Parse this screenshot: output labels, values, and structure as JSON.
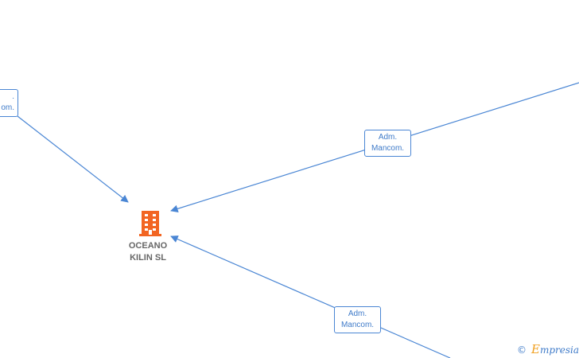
{
  "company": {
    "name_line1": "OCEANO",
    "name_line2": "KILIN  SL",
    "icon": "building-icon",
    "icon_color": "#f26522"
  },
  "edges": [
    {
      "id": "edge-left",
      "label_line1": "Adm.",
      "label_line2": "Mancom.",
      "label_line1_visible": ".",
      "label_line2_visible": "om."
    },
    {
      "id": "edge-upper-right",
      "label_line1": "Adm.",
      "label_line2": "Mancom."
    },
    {
      "id": "edge-lower-right",
      "label_line1": "Adm.",
      "label_line2": "Mancom."
    }
  ],
  "colors": {
    "edge": "#4a86d4",
    "label_text": "#3f7bc9",
    "company_text": "#666666"
  },
  "watermark": {
    "symbol": "©",
    "brand_initial": "E",
    "brand_rest": "mpresia"
  }
}
